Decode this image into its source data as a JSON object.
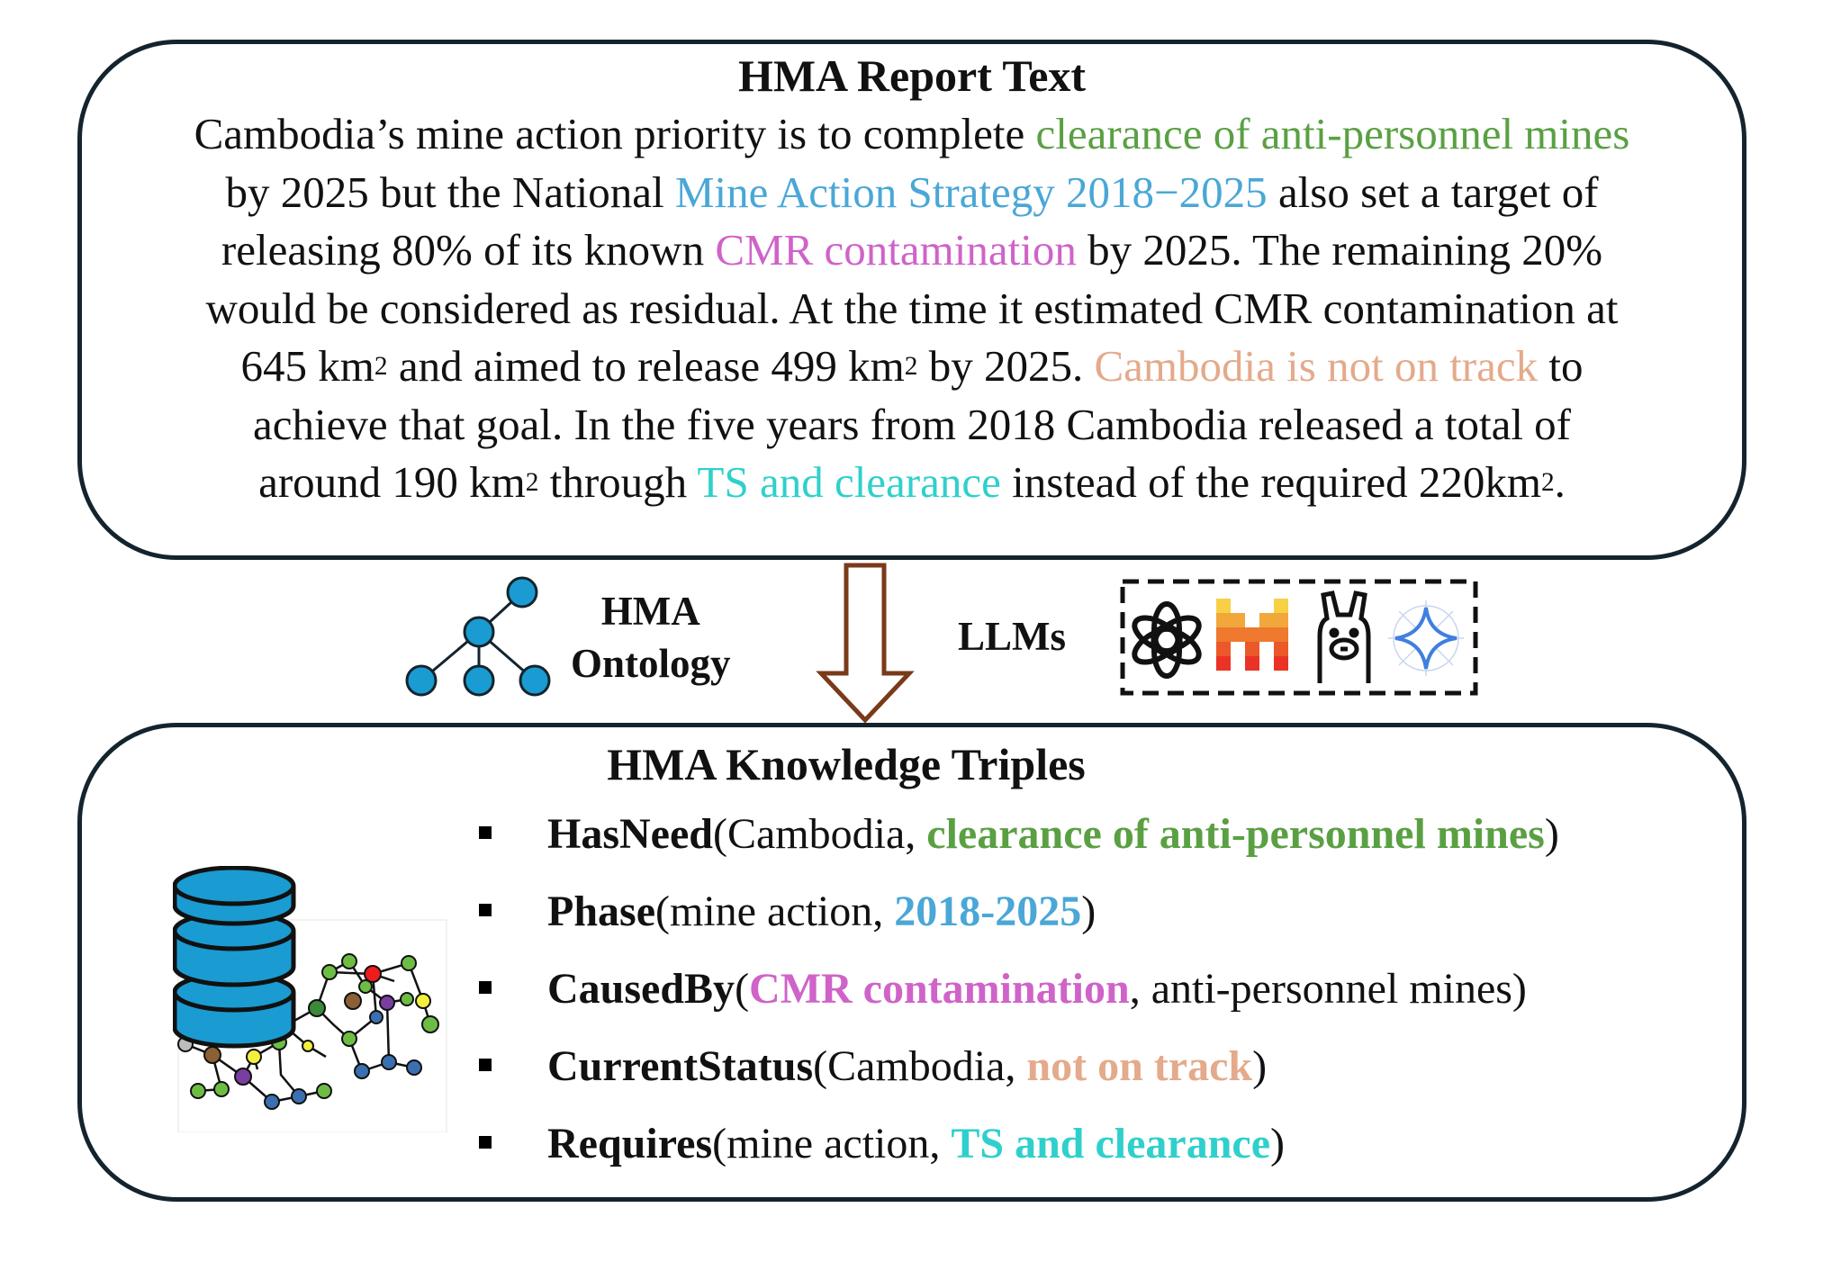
{
  "report": {
    "title": "HMA Report Text",
    "lines": [
      [
        {
          "t": "Cambodia’s mine action priority is to complete "
        },
        {
          "t": "clearance of anti-personnel mines",
          "c": "#5aa043"
        }
      ],
      [
        {
          "t": "by 2025 but the National "
        },
        {
          "t": "Mine Action Strategy 2018−2025",
          "c": "#4aa7d6"
        },
        {
          "t": " also set a target of"
        }
      ],
      [
        {
          "t": "releasing 80% of its known "
        },
        {
          "t": "CMR contamination",
          "c": "#cf63c9"
        },
        {
          "t": " by 2025. The remaining 20%"
        }
      ],
      [
        {
          "t": "would be considered as residual. At the time it estimated CMR contamination at"
        }
      ],
      [
        {
          "t": "645 km"
        },
        {
          "t": "2",
          "sup": true
        },
        {
          "t": " and aimed to release 499 km"
        },
        {
          "t": "2",
          "sup": true
        },
        {
          "t": " by 2025. "
        },
        {
          "t": "Cambodia is not on track",
          "c": "#e4aa8b"
        },
        {
          "t": " to"
        }
      ],
      [
        {
          "t": "achieve that goal. In the five years from 2018 Cambodia released a total of"
        }
      ],
      [
        {
          "t": "around 190 km"
        },
        {
          "t": "2",
          "sup": true
        },
        {
          "t": " through "
        },
        {
          "t": "TS and clearance",
          "c": "#2fd0cc"
        },
        {
          "t": " instead of the required 220km"
        },
        {
          "t": "2",
          "sup": true
        },
        {
          "t": "."
        }
      ]
    ]
  },
  "labels": {
    "ontology_line1": "HMA",
    "ontology_line2": "Ontology",
    "llms": "LLMs"
  },
  "triples": {
    "title": "HMA Knowledge Triples",
    "items": [
      {
        "predicate": "HasNeed",
        "parts": [
          {
            "t": "(Cambodia, "
          },
          {
            "t": "clearance of anti-personnel mines",
            "c": "#5aa043",
            "b": true
          },
          {
            "t": ")"
          }
        ]
      },
      {
        "predicate": "Phase",
        "parts": [
          {
            "t": "(mine action, "
          },
          {
            "t": "2018-2025",
            "c": "#4aa7d6",
            "b": true
          },
          {
            "t": ")"
          }
        ]
      },
      {
        "predicate": "CausedBy",
        "parts": [
          {
            "t": "("
          },
          {
            "t": "CMR contamination",
            "c": "#cf63c9",
            "b": true
          },
          {
            "t": ", anti-personnel mines)"
          }
        ]
      },
      {
        "predicate": "CurrentStatus",
        "parts": [
          {
            "t": "(Cambodia, "
          },
          {
            "t": "not on track",
            "c": "#e4aa8b",
            "b": true
          },
          {
            "t": ")"
          }
        ]
      },
      {
        "predicate": "Requires",
        "parts": [
          {
            "t": "(mine action, "
          },
          {
            "t": "TS and clearance",
            "c": "#2fd0cc",
            "b": true
          },
          {
            "t": ")"
          }
        ]
      }
    ]
  },
  "icons": {
    "ontology": "tree-graph-icon",
    "arrow": "down-arrow-icon",
    "llm_logos": [
      "openai-logo-icon",
      "mistral-logo-icon",
      "llama-logo-icon",
      "gemini-logo-icon"
    ],
    "database": "database-graph-icon"
  },
  "colors": {
    "border": "#14242e",
    "icon_blue": "#1a9bd1",
    "arrow_brown": "#7a3a1a"
  }
}
